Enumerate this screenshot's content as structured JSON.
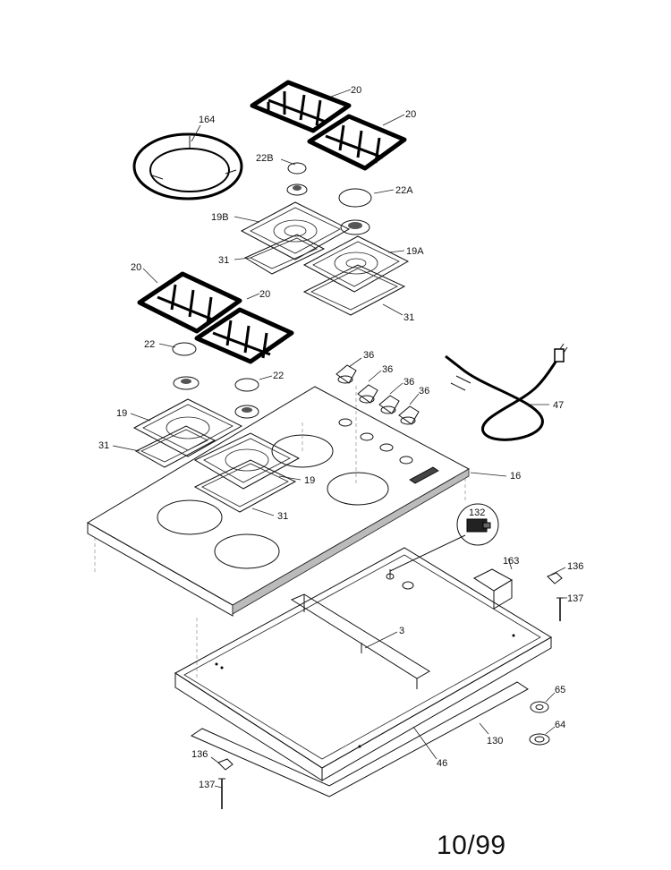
{
  "diagram": {
    "callouts": {
      "c20a": "20",
      "c20b": "20",
      "c164": "164",
      "c22B": "22B",
      "c22A": "22A",
      "c19B": "19B",
      "c19A": "19A",
      "c31a": "31",
      "c31b": "31",
      "c20c": "20",
      "c20d": "20",
      "c22a": "22",
      "c22b": "22",
      "c36a": "36",
      "c36b": "36",
      "c36c": "36",
      "c36d": "36",
      "c47": "47",
      "c19a": "19",
      "c19b": "19",
      "c31c": "31",
      "c31d": "31",
      "c16": "16",
      "c132": "132",
      "c163": "163",
      "c136a": "136",
      "c137a": "137",
      "c3": "3",
      "c65": "65",
      "c64": "64",
      "c130": "130",
      "c46": "46",
      "c136b": "136",
      "c137b": "137"
    },
    "footer_date": "10/99"
  }
}
